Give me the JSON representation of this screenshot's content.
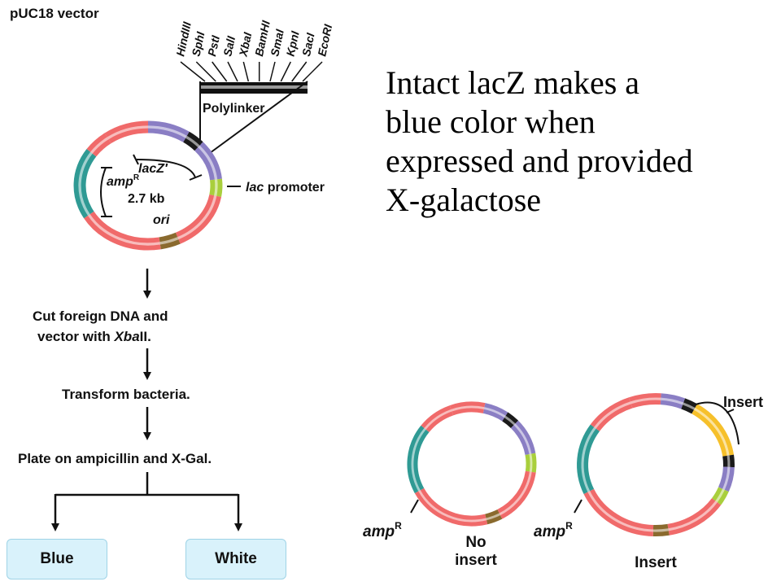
{
  "vector": {
    "title": "pUC18 vector",
    "sites": [
      "HindIII",
      "SphI",
      "PstI",
      "SalI",
      "XbaI",
      "BamHI",
      "SmaI",
      "KpnI",
      "SacI",
      "EcoRI"
    ],
    "polylinker_label": "Polylinker",
    "lacz_label": "lacZ′",
    "amp_label": "amp",
    "amp_sup": "R",
    "size_label": "2.7 kb",
    "ori_label": "ori",
    "promoter_italic": "lac",
    "promoter_rest": " promoter"
  },
  "steps": [
    {
      "lines": [
        "Cut foreign DNA and",
        "vector with XbaII."
      ]
    },
    {
      "lines": [
        "Transform bacteria."
      ]
    },
    {
      "lines": [
        "Plate on ampicillin and X-Gal."
      ]
    }
  ],
  "step_italic_word": "Xba",
  "results": {
    "blue": "Blue",
    "white": "White"
  },
  "explanation": {
    "lines": [
      "Intact lacZ makes a",
      "blue color when",
      "expressed and provided",
      "X-galactose"
    ]
  },
  "plasmids": {
    "amp_label": "amp",
    "amp_sup": "R",
    "no_insert_lines": [
      "No",
      "insert"
    ],
    "insert_label": "Insert",
    "insert_bracket_label": "Insert"
  },
  "colors": {
    "backbone": "#f06a6a",
    "amp": "#2f9a94",
    "lacz": "#8a7ec4",
    "polylinker": "#1a1a1a",
    "promoter": "#a9cf3c",
    "ori": "#8a6a2e",
    "insert": "#f6c02b",
    "result_fill": "#d9f2fb"
  }
}
